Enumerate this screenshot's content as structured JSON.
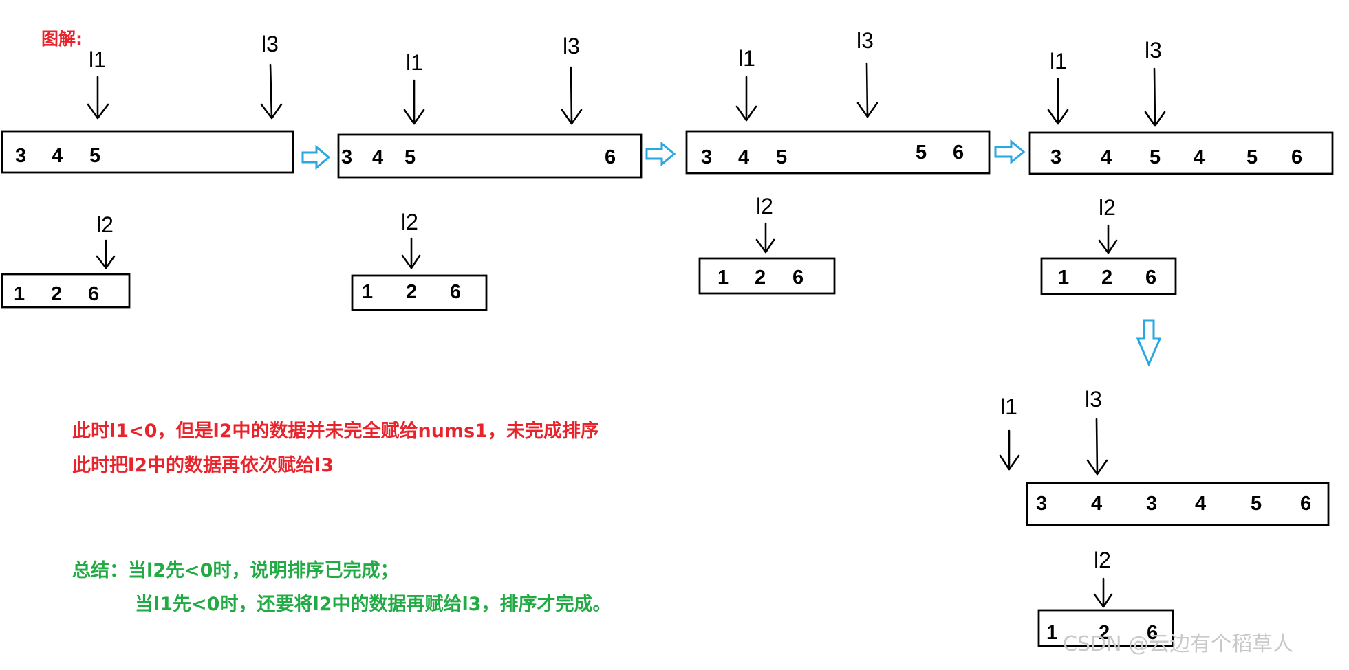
{
  "header": "图解:",
  "labels": {
    "l1": "l1",
    "l2": "l2",
    "l3": "l3"
  },
  "arrays": {
    "step1": {
      "nums1": [
        "3",
        "4",
        "5"
      ],
      "nums2": [
        "1",
        "2",
        "6"
      ]
    },
    "step2": {
      "nums1": [
        "3",
        "4",
        "5",
        "6"
      ],
      "nums2": [
        "1",
        "2",
        "6"
      ]
    },
    "step3": {
      "nums1": [
        "3",
        "4",
        "5",
        "5",
        "6"
      ],
      "nums2": [
        "1",
        "2",
        "6"
      ]
    },
    "step4": {
      "nums1": [
        "3",
        "4",
        "5",
        "4",
        "5",
        "6"
      ],
      "nums2": [
        "1",
        "2",
        "6"
      ]
    },
    "step5": {
      "nums1": [
        "3",
        "4",
        "3",
        "4",
        "5",
        "6"
      ],
      "nums2": [
        "1",
        "2",
        "6"
      ]
    }
  },
  "notes": {
    "red_line1": "此时l1<0，但是l2中的数据并未完全赋给nums1，未完成排序",
    "red_line2": "此时把l2中的数据再依次赋给l3",
    "summary_line1": "总结：当l2先<0时，说明排序已完成；",
    "summary_line2": "当l1先<0时，还要将l2中的数据再赋给l3，排序才完成。"
  },
  "watermark": "CSDN @云边有个稻草人",
  "colors": {
    "header": "#e8232b",
    "note_red": "#e8232b",
    "note_green": "#22aa44",
    "flow_arrow": "#29a7e1",
    "watermark": "#c9c9c9"
  }
}
